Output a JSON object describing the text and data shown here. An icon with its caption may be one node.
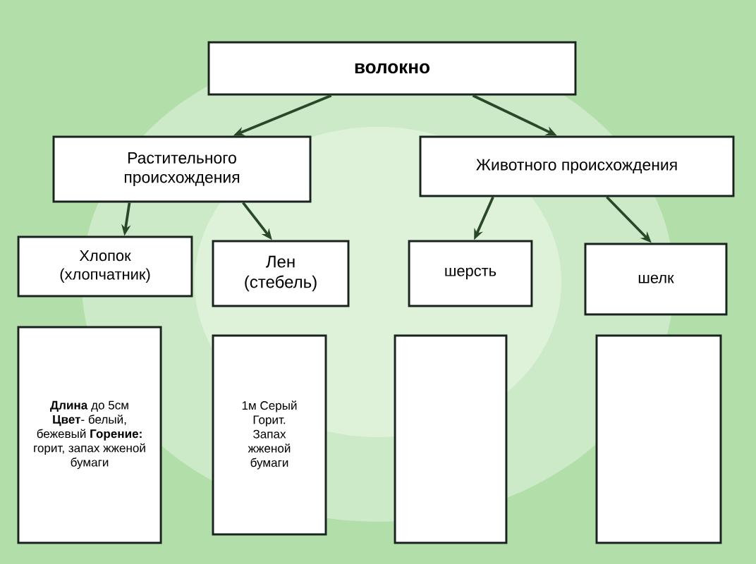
{
  "diagram": {
    "nodes": [
      {
        "text": [
          "волокно"
        ]
      },
      {
        "text": [
          "Растительного происхождения"
        ]
      },
      {
        "text": [
          "Животного происхождения"
        ]
      },
      {
        "text": [
          "Хлопок (хлопчатник)"
        ]
      },
      {
        "text": [
          "Лен (стебель)"
        ]
      },
      {
        "text": [
          "шерсть"
        ]
      },
      {
        "text": [
          "шелк"
        ]
      },
      {
        "text": [
          "**Длина** до 5см **Цвет**- белый, бежевый **Горение:** горит, запах жженой бумаги"
        ]
      },
      {
        "text": [
          "1м Серый Горит. Запах жженой бумаги"
        ]
      },
      {
        "text": [],
        "shape": "box"
      },
      {
        "text": [],
        "shape": "box"
      }
    ],
    "edges": [
      {
        "from": 0,
        "to": 1,
        "arrow": "to"
      },
      {
        "from": 0,
        "to": 2,
        "arrow": "to"
      },
      {
        "from": 1,
        "to": 3,
        "arrow": "to"
      },
      {
        "from": 1,
        "to": 4,
        "arrow": "to"
      },
      {
        "from": 2,
        "to": 5,
        "arrow": "to"
      },
      {
        "from": 2,
        "to": 6,
        "arrow": "to"
      }
    ]
  }
}
